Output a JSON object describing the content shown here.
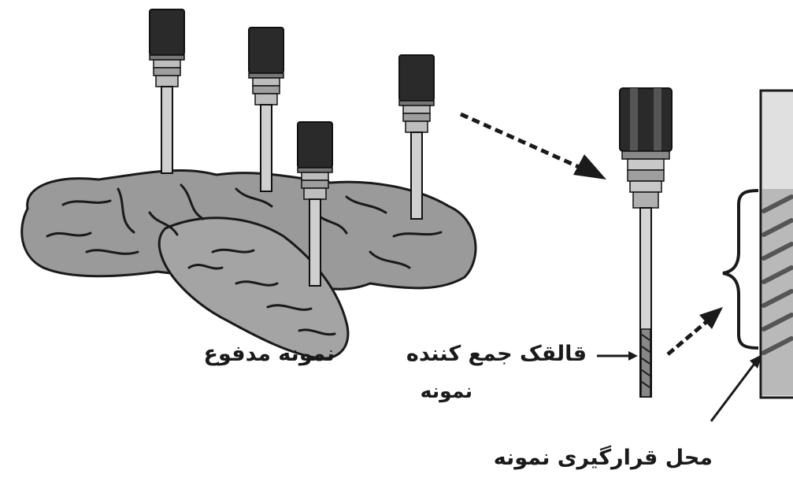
{
  "labels": {
    "stool_sample": "نمونه مدفوع",
    "collector_line1": "قالقک جمع کننده",
    "collector_line2": "نمونه",
    "sample_location": "محل قرارگیری نمونه"
  },
  "colors": {
    "stool_fill": "#9a9a9a",
    "outline": "#1a1a1a",
    "cap": "#2a2a2a",
    "handle": "#bdbdbd",
    "stick": "#cfcfcf"
  }
}
